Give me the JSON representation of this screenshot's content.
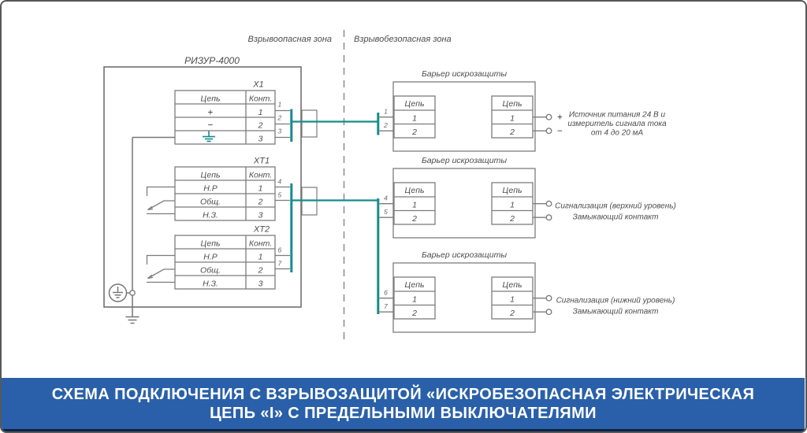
{
  "zones": {
    "hazardous": "Взрывоопасная зона",
    "safe": "Взрывобезопасная зона"
  },
  "device": {
    "title": "РИЗУР-4000"
  },
  "blocks": {
    "x1": {
      "id": "X1",
      "circuit_header": "Цепь",
      "contact_header": "Конт.",
      "circuits": [
        "+",
        "−"
      ],
      "ground_icon": "ground-icon",
      "contacts": [
        "1",
        "2",
        "3"
      ],
      "pins": [
        "1",
        "2",
        "3"
      ]
    },
    "xt1": {
      "id": "XT1",
      "circuit_header": "Цепь",
      "contact_header": "Конт.",
      "circuits": [
        "Н.Р",
        "Общ.",
        "Н.З."
      ],
      "contacts": [
        "1",
        "2",
        "3"
      ],
      "pins": [
        "4",
        "5"
      ]
    },
    "xt2": {
      "id": "XT2",
      "circuit_header": "Цепь",
      "contact_header": "Конт.",
      "circuits": [
        "Н.Р",
        "Общ.",
        "Н.З."
      ],
      "contacts": [
        "1",
        "2",
        "3"
      ],
      "pins": [
        "6",
        "7"
      ]
    }
  },
  "barriers": [
    {
      "title": "Барьер искрозащиты",
      "left_header": "Цепь",
      "right_header": "Цепь",
      "left_rows": [
        "1",
        "2"
      ],
      "right_rows": [
        "1",
        "2"
      ],
      "pins": [
        "1",
        "2"
      ],
      "plus": "+",
      "minus": "−",
      "note": [
        "Источник питания 24 В и",
        "измеритель сигнала тока",
        "от 4 до 20 мА"
      ]
    },
    {
      "title": "Барьер искрозащиты",
      "left_header": "Цепь",
      "right_header": "Цепь",
      "left_rows": [
        "1",
        "2"
      ],
      "right_rows": [
        "1",
        "2"
      ],
      "pins": [
        "4",
        "5"
      ],
      "note": [
        "Сигнализация (верхний уровень)",
        "Замыкающий контакт"
      ]
    },
    {
      "title": "Барьер искрозащиты",
      "left_header": "Цепь",
      "right_header": "Цепь",
      "left_rows": [
        "1",
        "2"
      ],
      "right_rows": [
        "1",
        "2"
      ],
      "pins": [
        "6",
        "7"
      ],
      "note": [
        "Сигнализация (нижний уровень)",
        "Замыкающий контакт"
      ]
    }
  ],
  "banner": {
    "line1": "СХЕМА ПОДКЛЮЧЕНИЯ С ВЗРЫВОЗАЩИТОЙ «ИСКРОБЕЗОПАСНАЯ ЭЛЕКТРИЧЕСКАЯ",
    "line2": "ЦЕПЬ «I» С ПРЕДЕЛЬНЫМИ ВЫКЛЮЧАТЕЛЯМИ"
  },
  "colors": {
    "wire": "#178b8d",
    "line": "#7c7c7c",
    "banner_bg": "#2a60a9",
    "banner_strip": "#0e2342"
  }
}
